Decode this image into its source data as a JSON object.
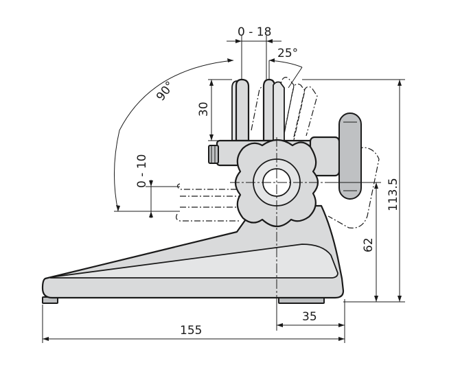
{
  "dimensions": {
    "jaw_opening": "0 - 18",
    "tilt_angle": "25°",
    "swing_angle": "90°",
    "jaw_height": "30",
    "height_adjust": "0 - 10",
    "total_height": "113.5",
    "pivot_height": "62",
    "pad_offset": "35",
    "base_length": "155"
  }
}
